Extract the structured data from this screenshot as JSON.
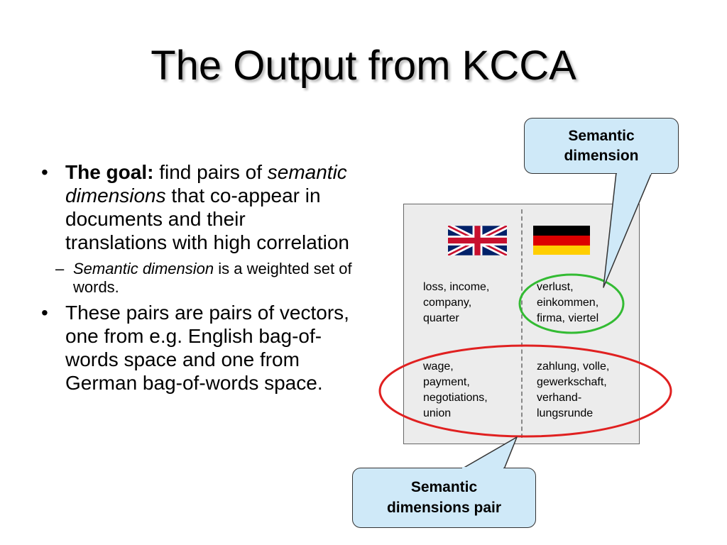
{
  "slide": {
    "title": "The Output from KCCA",
    "bullet1": {
      "bold_label": "The goal:",
      "text_a": " find pairs of ",
      "italic_term": "semantic dimensions",
      "text_b": " that co-appear in documents and their translations with high correlation"
    },
    "sub_bullet": {
      "italic_term": "Semantic dimension",
      "text": " is a weighted set of words."
    },
    "bullet2": {
      "text": "These pairs are pairs of vectors, one from e.g. English bag-of-words space and one from German bag-of-words space."
    }
  },
  "diagram": {
    "english_words_1": [
      "loss, income,",
      "company,",
      "quarter"
    ],
    "german_words_1": [
      "verlust,",
      "einkommen,",
      "firma, viertel"
    ],
    "english_words_2": [
      "wage,",
      "payment,",
      "negotiations,",
      "union"
    ],
    "german_words_2": [
      "zahlung, volle,",
      "gewerkschaft,",
      "verhand-",
      "lungsrunde"
    ],
    "callout_top": [
      "Semantic",
      "dimension"
    ],
    "callout_bottom": [
      "Semantic",
      "dimensions pair"
    ]
  },
  "colors": {
    "callout_fill": "#cfe9f8",
    "single_dimension_ring": "#33bb33",
    "pair_ring": "#e02020"
  },
  "icons": [
    "uk-flag-icon",
    "german-flag-icon"
  ]
}
